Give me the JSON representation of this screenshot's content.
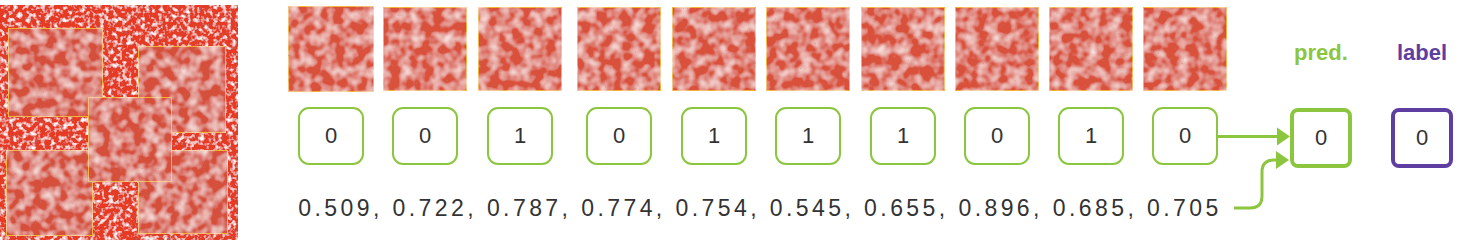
{
  "diagram": {
    "nodes": [
      {
        "text": [
          "0"
        ]
      },
      {
        "text": [
          "0"
        ]
      },
      {
        "text": [
          "1"
        ]
      },
      {
        "text": [
          "0"
        ]
      },
      {
        "text": [
          "1"
        ]
      },
      {
        "text": [
          "1"
        ]
      },
      {
        "text": [
          "1"
        ]
      },
      {
        "text": [
          "0"
        ]
      },
      {
        "text": [
          "1"
        ]
      },
      {
        "text": [
          "0"
        ]
      },
      {
        "text": [
          "pred.",
          "0"
        ]
      },
      {
        "text": [
          "label",
          "0"
        ]
      }
    ],
    "edges": [
      {
        "from": 9,
        "to": 10,
        "arrow": "to"
      }
    ],
    "labels": [
      "0.509, 0.722, 0.787, 0.774, 0.754, 0.545, 0.655, 0.896, 0.685, 0.705"
    ]
  }
}
